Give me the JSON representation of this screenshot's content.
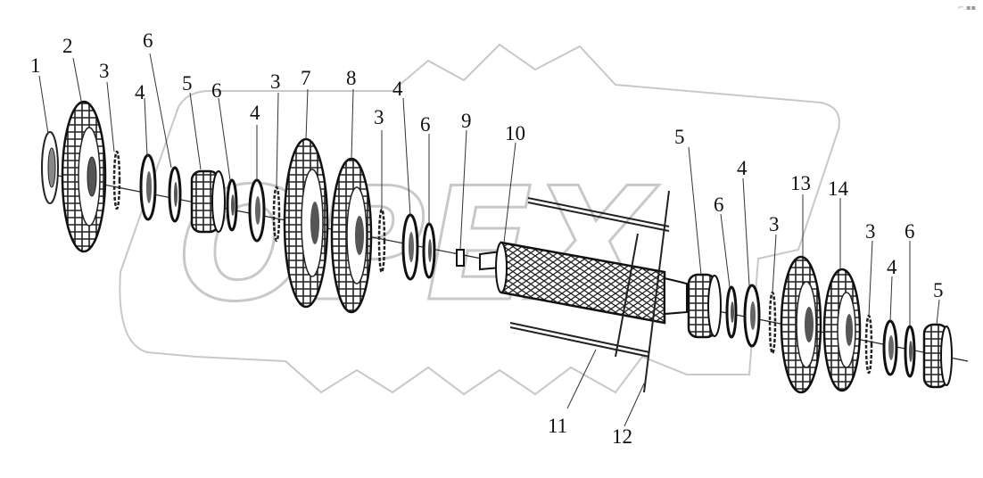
{
  "diagram": {
    "watermark_text": "OPEX",
    "corner_mark": "⌐ ▪▪",
    "callouts": [
      {
        "id": "c1",
        "label": "1"
      },
      {
        "id": "c2",
        "label": "2"
      },
      {
        "id": "c3a",
        "label": "3"
      },
      {
        "id": "c6a",
        "label": "6"
      },
      {
        "id": "c4a",
        "label": "4"
      },
      {
        "id": "c5a",
        "label": "5"
      },
      {
        "id": "c6b",
        "label": "6"
      },
      {
        "id": "c4b",
        "label": "4"
      },
      {
        "id": "c3b",
        "label": "3"
      },
      {
        "id": "c7",
        "label": "7"
      },
      {
        "id": "c8",
        "label": "8"
      },
      {
        "id": "c3c",
        "label": "3"
      },
      {
        "id": "c4c",
        "label": "4"
      },
      {
        "id": "c6c",
        "label": "6"
      },
      {
        "id": "c9",
        "label": "9"
      },
      {
        "id": "c10",
        "label": "10"
      },
      {
        "id": "c5b",
        "label": "5"
      },
      {
        "id": "c4d",
        "label": "4"
      },
      {
        "id": "c6d",
        "label": "6"
      },
      {
        "id": "c3d",
        "label": "3"
      },
      {
        "id": "c13",
        "label": "13"
      },
      {
        "id": "c14",
        "label": "14"
      },
      {
        "id": "c3e",
        "label": "3"
      },
      {
        "id": "c6e",
        "label": "6"
      },
      {
        "id": "c4e",
        "label": "4"
      },
      {
        "id": "c5c",
        "label": "5"
      },
      {
        "id": "c11",
        "label": "11"
      },
      {
        "id": "c12",
        "label": "12"
      }
    ]
  }
}
